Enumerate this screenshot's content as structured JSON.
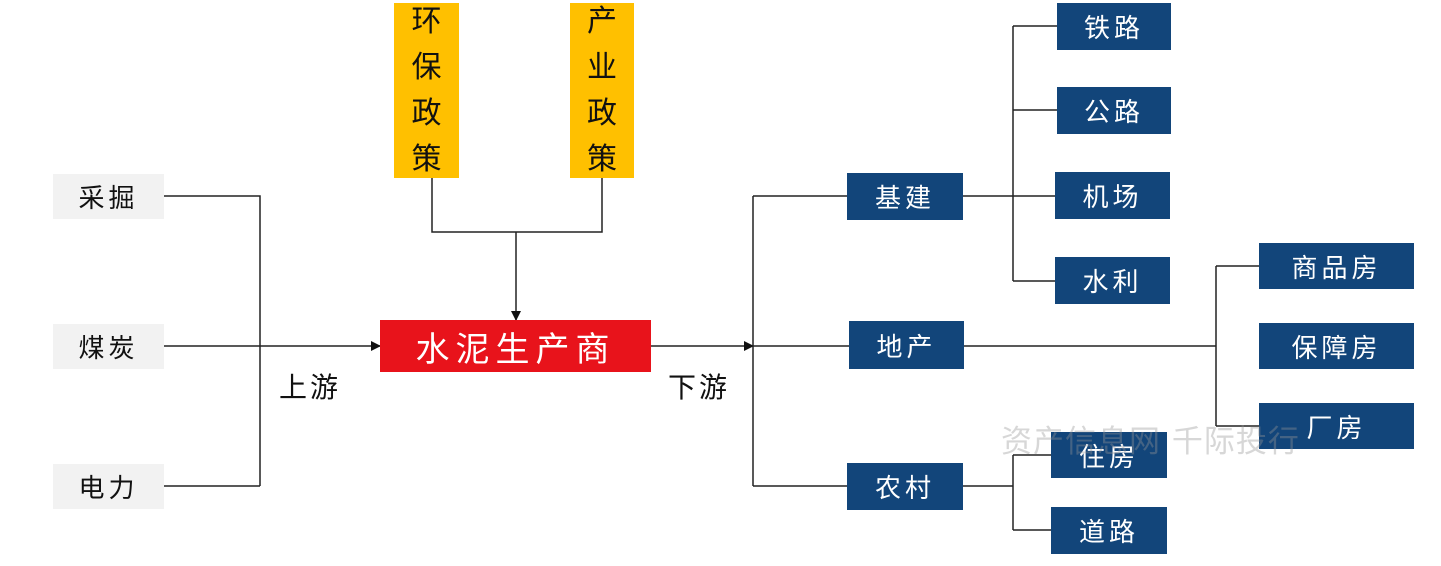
{
  "inputs": [
    {
      "label": "采掘"
    },
    {
      "label": "煤炭"
    },
    {
      "label": "电力"
    }
  ],
  "policies": [
    {
      "label": "环保政策",
      "chars": [
        "环",
        "保",
        "政",
        "策"
      ]
    },
    {
      "label": "产业政策",
      "chars": [
        "产",
        "业",
        "政",
        "策"
      ]
    }
  ],
  "center": {
    "label": "水泥生产商"
  },
  "upstream_label": "上游",
  "downstream_label": "下游",
  "sectors": [
    {
      "label": "基建",
      "children": [
        "铁路",
        "公路",
        "机场",
        "水利"
      ]
    },
    {
      "label": "地产",
      "children": [
        "商品房",
        "保障房",
        "厂房"
      ]
    },
    {
      "label": "农村",
      "children": [
        "住房",
        "道路"
      ]
    }
  ],
  "watermark": "资产信息网 千际投行",
  "colors": {
    "navy": "#12457a",
    "gold": "#ffc000",
    "red": "#e8131b",
    "grey": "#f2f2f2"
  }
}
